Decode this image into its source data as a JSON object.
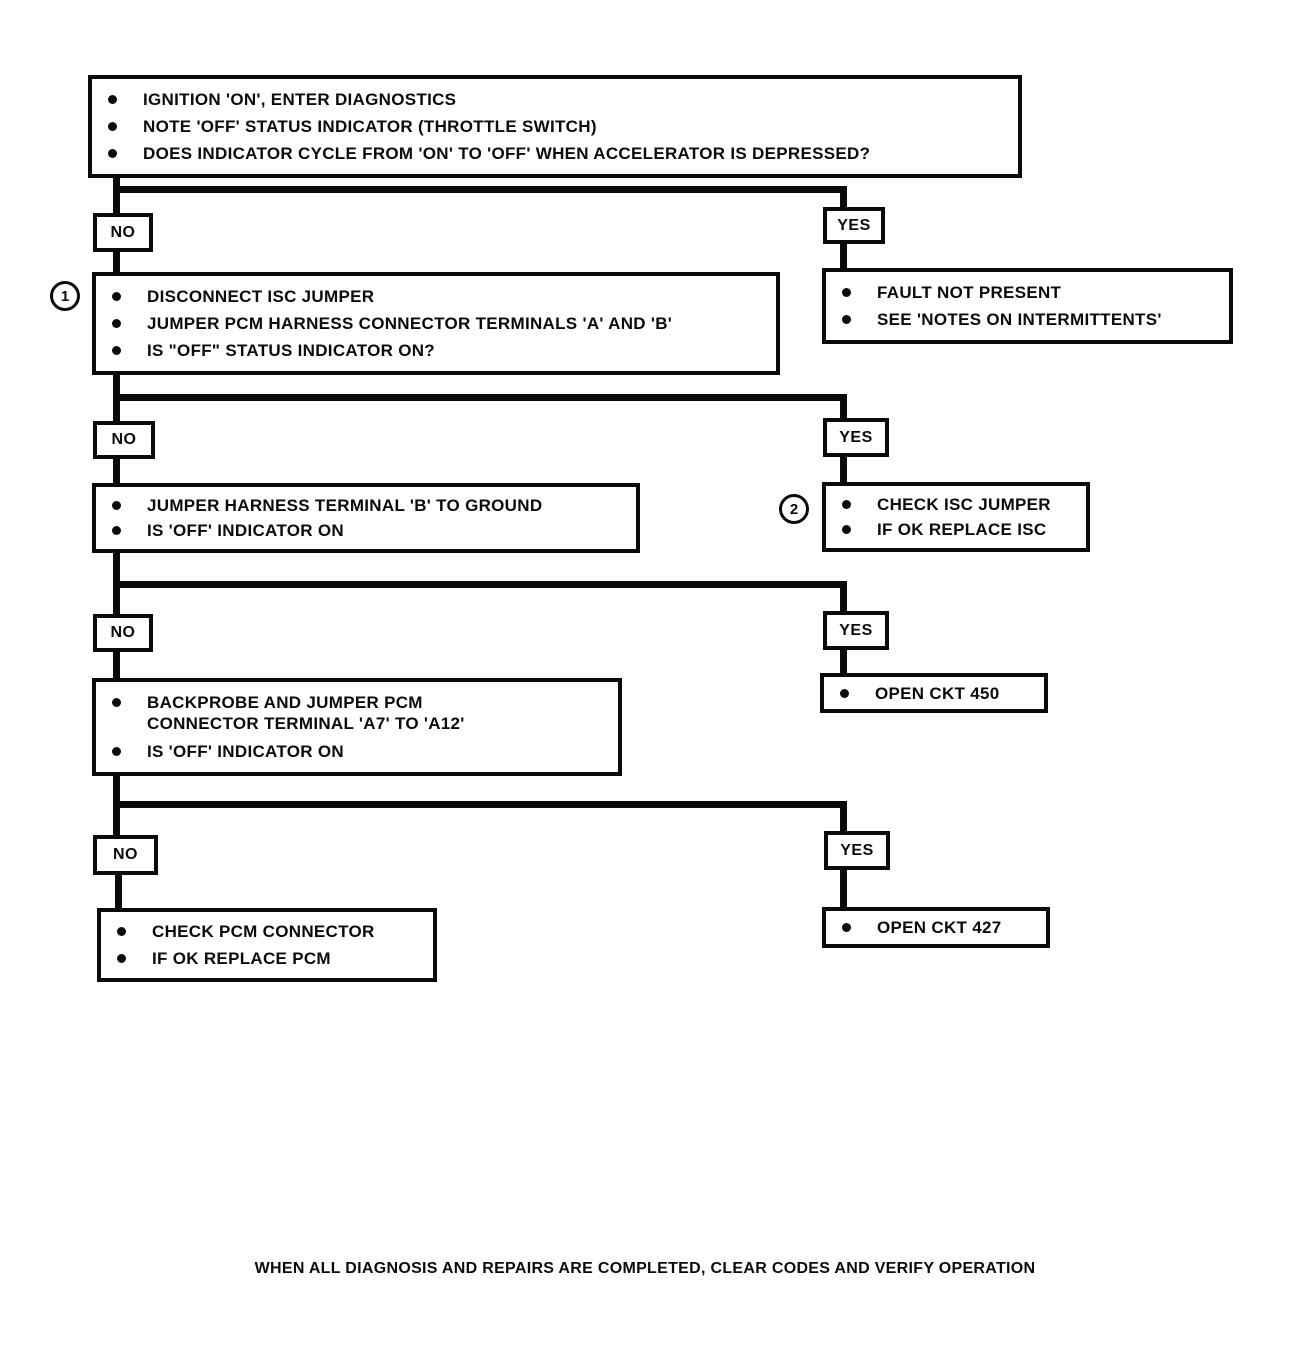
{
  "flowchart": {
    "decision_labels": {
      "no": "NO",
      "yes": "YES"
    },
    "nodes": {
      "start": {
        "items": [
          "IGNITION 'ON', ENTER DIAGNOSTICS",
          "NOTE 'OFF' STATUS INDICATOR (THROTTLE SWITCH)",
          "DOES INDICATOR CYCLE FROM 'ON' TO 'OFF' WHEN ACCELERATOR IS DEPRESSED?"
        ]
      },
      "step1": {
        "ref": "1",
        "items": [
          "DISCONNECT ISC JUMPER",
          "JUMPER PCM HARNESS CONNECTOR TERMINALS 'A' AND 'B'",
          "IS \"OFF\" STATUS INDICATOR ON?"
        ]
      },
      "fault": {
        "items": [
          "FAULT NOT PRESENT",
          "SEE 'NOTES ON INTERMITTENTS'"
        ]
      },
      "step2": {
        "items": [
          "JUMPER HARNESS TERMINAL 'B' TO GROUND",
          "IS 'OFF' INDICATOR ON"
        ]
      },
      "check_isc": {
        "ref": "2",
        "items": [
          "CHECK ISC JUMPER",
          "IF OK REPLACE ISC"
        ]
      },
      "step3": {
        "items": [
          "BACKPROBE AND JUMPER PCM CONNECTOR TERMINAL 'A7' TO 'A12'",
          "IS 'OFF' INDICATOR ON"
        ]
      },
      "open_ckt_450": {
        "items": [
          "OPEN CKT 450"
        ]
      },
      "step4": {
        "items": [
          "CHECK PCM CONNECTOR",
          "IF OK REPLACE PCM"
        ]
      },
      "open_ckt_427": {
        "items": [
          "OPEN CKT 427"
        ]
      }
    },
    "footer": "WHEN ALL DIAGNOSIS AND REPAIRS ARE COMPLETED, CLEAR CODES AND VERIFY OPERATION"
  }
}
